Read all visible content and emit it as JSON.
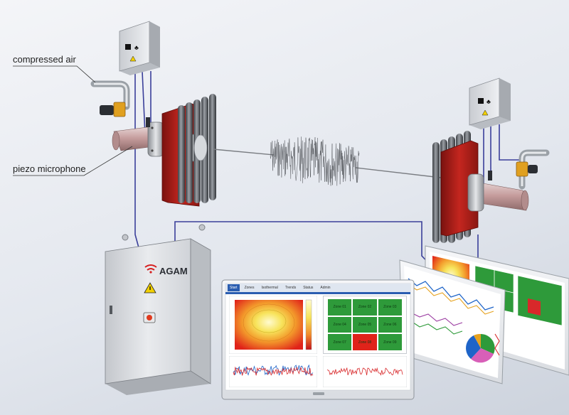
{
  "labels": {
    "compressed_air": "compressed air",
    "piezo_microphone": "piezo microphone"
  },
  "cabinet": {
    "brand": "AGAM"
  },
  "monitor": {
    "tabs": [
      "Start",
      "Zones",
      "Isothermal",
      "Trends",
      "Status",
      "Admin"
    ],
    "zone_labels": [
      "Zone 01",
      "Zone 02",
      "Zone 03",
      "Zone 04",
      "Zone 05",
      "Zone 06",
      "Zone 07",
      "Zone 08",
      "Zone 09"
    ]
  },
  "colors": {
    "duct_red": "#b01f1a",
    "heat_hot": "#e0231a",
    "heat_warm": "#f7e35a",
    "zone_green": "#2e9a3a",
    "wire_blue": "#3a3f9a",
    "signal_blue": "#1e64c8",
    "signal_red": "#d8282a"
  },
  "icons": [
    "warning-icon",
    "power-switch-icon",
    "agam-logo-icon"
  ]
}
